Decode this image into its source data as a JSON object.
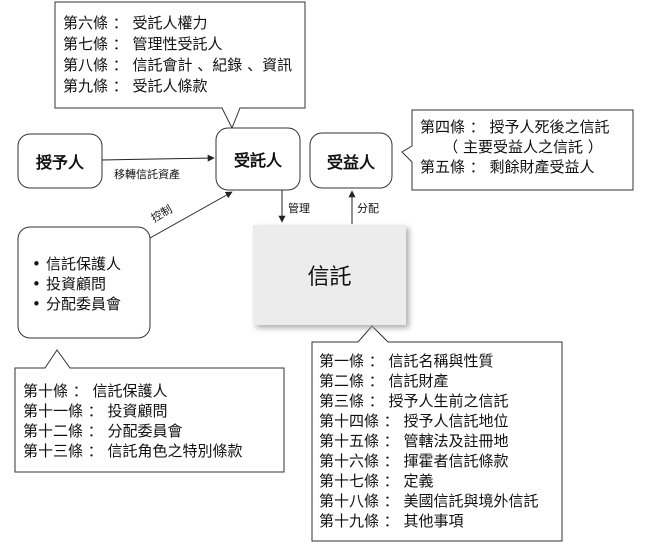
{
  "nodes": {
    "settlor": "授予人",
    "trustee": "受託人",
    "beneficiary": "受益人",
    "trust": "信託"
  },
  "edges": {
    "settlor_to_trustee": "移轉信託資產",
    "trustee_to_trust": "管理",
    "trust_to_beneficiary": "分配",
    "protectors_to_trustee": "控制"
  },
  "protectors_list": [
    "信託保護人",
    "投資顧問",
    "分配委員會"
  ],
  "callouts": {
    "trustee_articles": [
      "第六條 ： 受託人權力",
      "第七條 ： 管理性受託人",
      "第八條 ： 信託會計 、紀錄 、資訊",
      "第九條 ： 受託人條款"
    ],
    "beneficiary_articles": [
      "第四條 ： 授予人死後之信託",
      "（ 主要受益人之信託 ）",
      "第五條 ： 剩餘財產受益人"
    ],
    "protector_articles": [
      "第十條 ： 信託保護人",
      "第十一條 ： 投資顧問",
      "第十二條 ： 分配委員會",
      "第十三條 ： 信託角色之特別條款"
    ],
    "trust_articles": [
      "第一條 ： 信託名稱與性質",
      "第二條 ： 信託財產",
      "第三條 ： 授予人生前之信託",
      "第十四條 ： 授予人信託地位",
      "第十五條 ： 管轄法及註冊地",
      "第十六條 ： 揮霍者信託條款",
      "第十七條 ： 定義",
      "第十八條 ： 美國信託與境外信託",
      "第十九條 ： 其他事項"
    ]
  },
  "colors": {
    "stroke": "#333333",
    "shadow": "#b0b0b0",
    "trust_fill": "#eeeeee"
  }
}
